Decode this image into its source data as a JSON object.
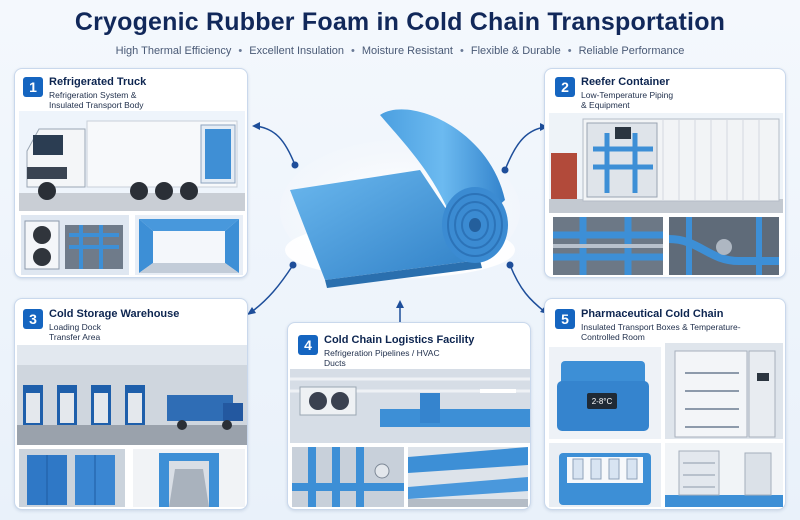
{
  "title": "Cryogenic Rubber Foam in Cold Chain Transportation",
  "features": [
    "High Thermal Efficiency",
    "Excellent Insulation",
    "Moisture Resistant",
    "Flexible & Durable",
    "Reliable Performance"
  ],
  "separator": "•",
  "colors": {
    "accent": "#1565c0",
    "foam": "#3d8fd6",
    "title": "#11285a"
  },
  "panels": {
    "p1": {
      "number": "1",
      "title": "Refrigerated Truck",
      "subtitle": "Refrigeration System & Insulated Transport Body"
    },
    "p2": {
      "number": "2",
      "title": "Reefer Container",
      "subtitle": "Low-Temperature Piping & Equipment"
    },
    "p3": {
      "number": "3",
      "title": "Cold Storage Warehouse",
      "subtitle": "Loading Dock Transfer Area"
    },
    "p4": {
      "number": "4",
      "title": "Cold Chain Logistics Facility",
      "subtitle": "Refrigeration Pipelines / HVAC Ducts"
    },
    "p5": {
      "number": "5",
      "title": "Pharmaceutical Cold Chain",
      "subtitle": "Insulated Transport Boxes & Temperature-Controlled Room"
    }
  },
  "display_text": "2-8°C"
}
